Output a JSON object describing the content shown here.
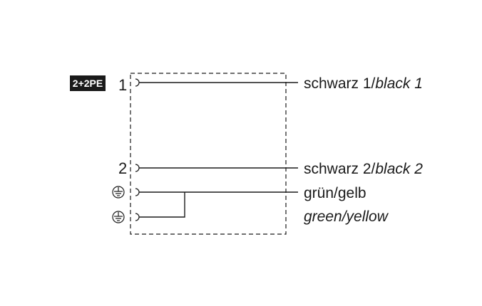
{
  "badge": {
    "text": "2+2PE",
    "bg_color": "#1a1a1a",
    "text_color": "#ffffff"
  },
  "pins": {
    "pin1": {
      "number": "1"
    },
    "pin2": {
      "number": "2"
    },
    "pe1": {
      "symbol": "earth-ground-icon"
    },
    "pe2": {
      "symbol": "earth-ground-icon"
    }
  },
  "wires": {
    "wire1": {
      "label": "schwarz 1/",
      "label_alt": "black 1"
    },
    "wire2": {
      "label": "schwarz 2/",
      "label_alt": "black 2"
    },
    "wire_pe": {
      "label": "grün/gelb",
      "label_alt": "green/yellow"
    }
  }
}
